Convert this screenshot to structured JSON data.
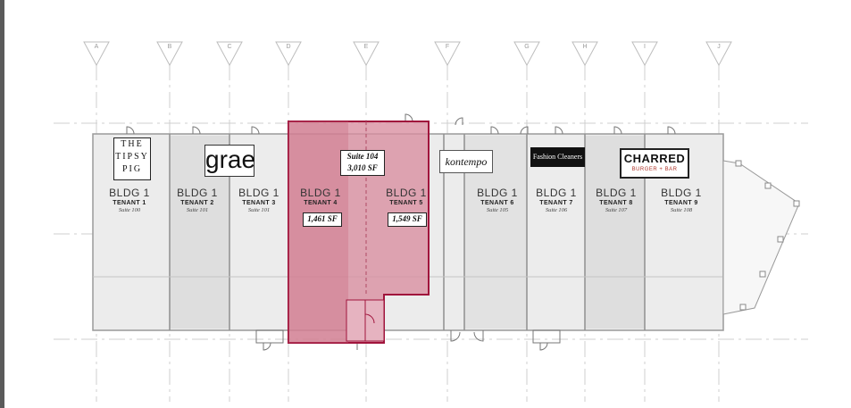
{
  "grid_labels": [
    "A",
    "B",
    "C",
    "D",
    "E",
    "F",
    "G",
    "H",
    "I",
    "J"
  ],
  "tenants": [
    {
      "bldg": "BLDG 1",
      "tenant": "TENANT 1",
      "suite": "Suite 100"
    },
    {
      "bldg": "BLDG 1",
      "tenant": "TENANT 2",
      "suite": "Suite 101"
    },
    {
      "bldg": "BLDG 1",
      "tenant": "TENANT 3",
      "suite": "Suite 101"
    },
    {
      "bldg": "BLDG 1",
      "tenant": "TENANT 4",
      "suite": ""
    },
    {
      "bldg": "BLDG 1",
      "tenant": "TENANT 5",
      "suite": ""
    },
    {
      "bldg": "BLDG 1",
      "tenant": "TENANT 6",
      "suite": "Suite 105"
    },
    {
      "bldg": "BLDG 1",
      "tenant": "TENANT 7",
      "suite": "Suite 106"
    },
    {
      "bldg": "BLDG 1",
      "tenant": "TENANT 8",
      "suite": "Suite 107"
    },
    {
      "bldg": "BLDG 1",
      "tenant": "TENANT 9",
      "suite": "Suite 108"
    }
  ],
  "highlight": {
    "suite_label": "Suite 104",
    "suite_area": "3,010 SF",
    "left_area": "1,461 SF",
    "right_area": "1,549 SF",
    "color": "#a0143c"
  },
  "logos": {
    "tipsy_pig": [
      "THE",
      "TIPSY",
      "PIG"
    ],
    "grae": "grae",
    "kontempo": "kontempo",
    "fashion_cleaners": "Fashion Cleaners",
    "charred": "CHARRED",
    "charred_sub": "BURGER + BAR"
  }
}
